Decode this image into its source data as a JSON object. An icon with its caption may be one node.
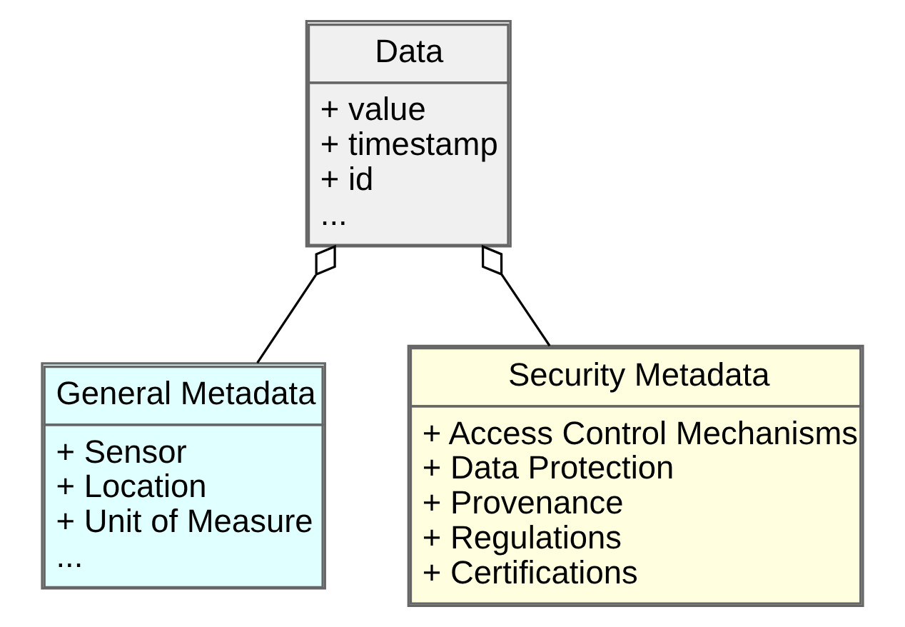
{
  "diagram": {
    "nodes": [
      {
        "text": [
          "Data",
          "+ value",
          "+ timestamp",
          "+ id",
          "..."
        ]
      },
      {
        "text": [
          "General Metadata",
          "+ Sensor",
          "+ Location",
          "+ Unit of Measure",
          "..."
        ]
      },
      {
        "text": [
          "Security Metadata",
          "+ Access Control Mechanisms",
          "+ Data Protection",
          "+ Provenance",
          "+ Regulations",
          "+ Certifications"
        ]
      }
    ],
    "edges": [
      {
        "from": 0,
        "to": 1,
        "arrow": "other"
      },
      {
        "from": 0,
        "to": 2,
        "arrow": "other"
      }
    ]
  }
}
